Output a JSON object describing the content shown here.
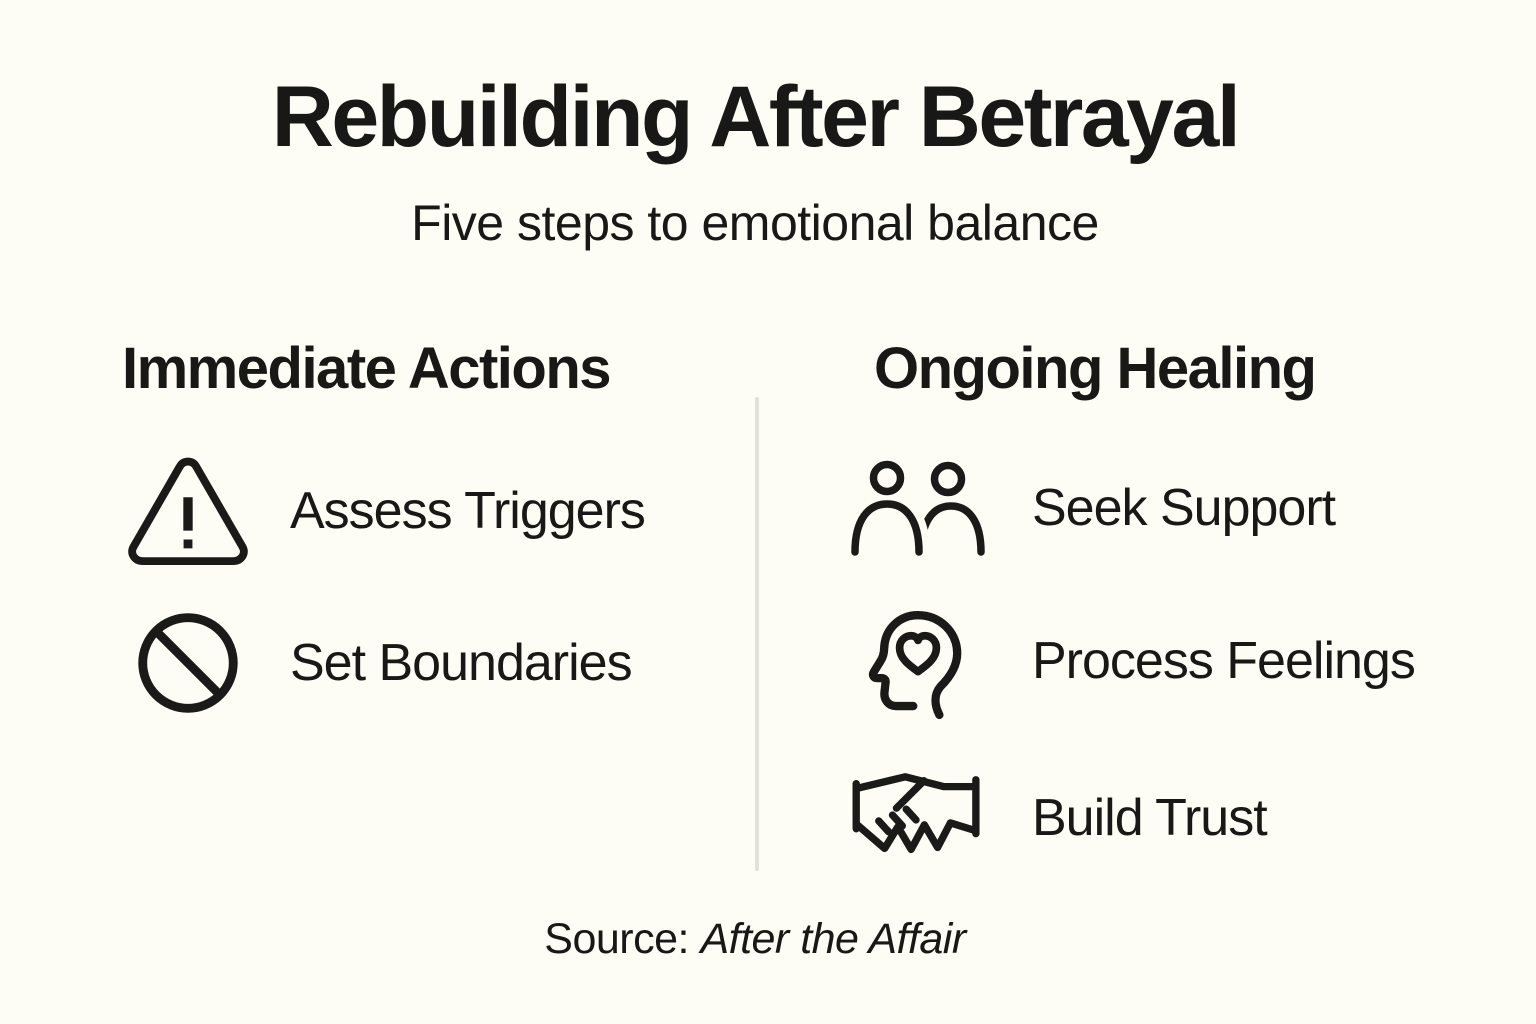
{
  "page": {
    "background_color": "#FDFCF5",
    "text_color": "#181817",
    "divider_color": "#E1E1DB",
    "icon_stroke_color": "#1A1A19"
  },
  "header": {
    "title": "Rebuilding After Betrayal",
    "subtitle": "Five steps to emotional balance"
  },
  "columns": [
    {
      "heading": "Immediate Actions",
      "items": [
        {
          "icon": "warning-triangle-icon",
          "label": "Assess Triggers"
        },
        {
          "icon": "ban-icon",
          "label": "Set Boundaries"
        }
      ]
    },
    {
      "heading": "Ongoing Healing",
      "items": [
        {
          "icon": "people-icon",
          "label": "Seek Support"
        },
        {
          "icon": "head-heart-icon",
          "label": "Process Feelings"
        },
        {
          "icon": "handshake-icon",
          "label": "Build Trust"
        }
      ]
    }
  ],
  "footer": {
    "source_prefix": "Source: ",
    "source_title": "After the Affair"
  }
}
